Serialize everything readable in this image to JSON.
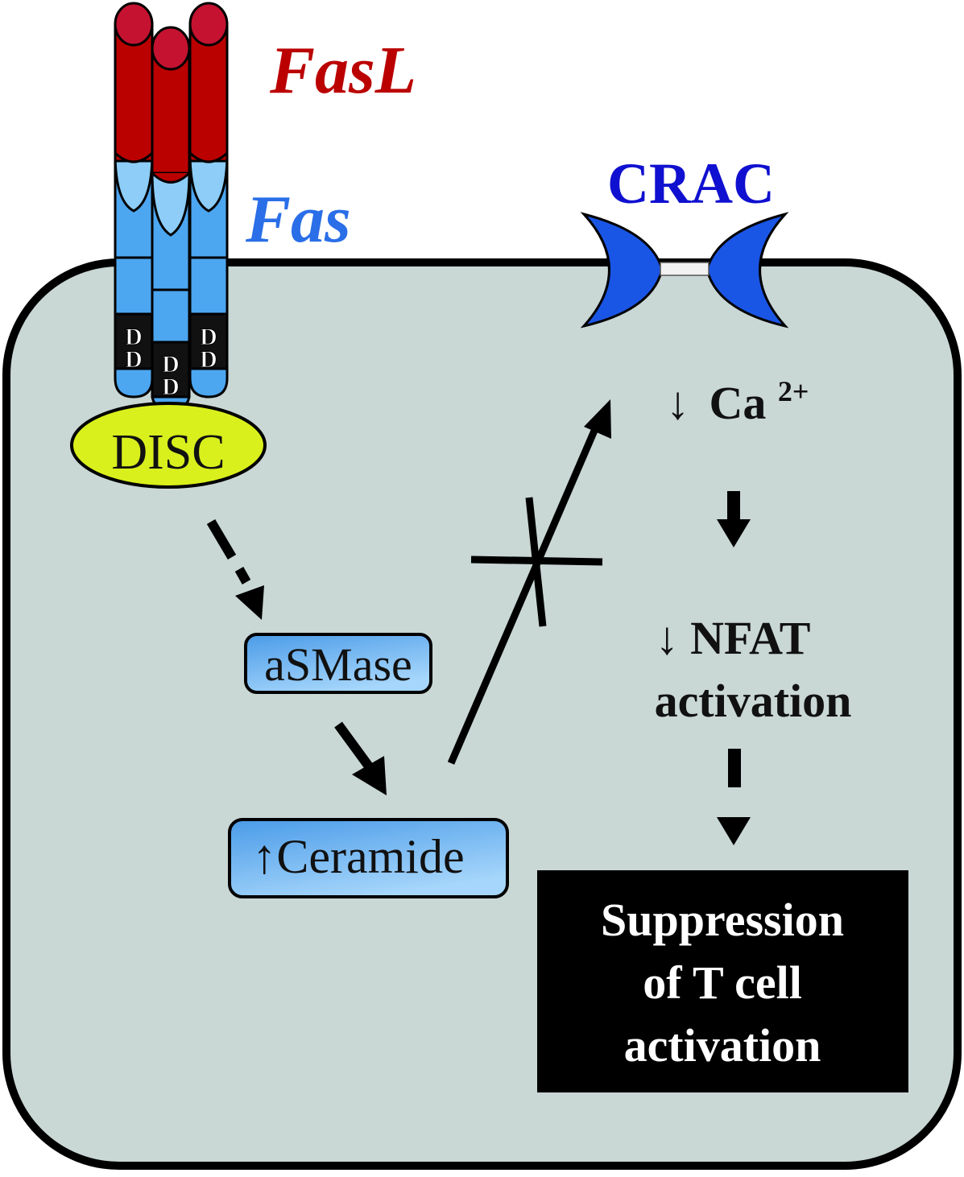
{
  "labels": {
    "fasl": "FasL",
    "fas": "Fas",
    "crac": "CRAC",
    "dd": "DD",
    "disc": "DISC",
    "asmase": "aSMase",
    "ceramide": "↑Ceramide",
    "calcium_arrow": "↓",
    "calcium_base": "Ca",
    "calcium_charge": "2+",
    "nfat_line1": "↓ NFAT",
    "nfat_line2": "activation",
    "suppression_line1": "Suppression",
    "suppression_line2": "of T cell",
    "suppression_line3": "activation"
  },
  "colors": {
    "cell_fill": "#c9d7d5",
    "fasl_red": "#bb0000",
    "fasl_cap": "#c41230",
    "fas_blue": "#4da6f0",
    "fas_light": "#8dcdf7",
    "crac_blue": "#1a56e6",
    "crac_label": "#1010d0",
    "fas_label": "#2a6ee8",
    "disc_fill": "#d9f01c",
    "box_fill_top": "#4a9be8",
    "box_fill_bottom": "#a6d6fb",
    "suppression_bg": "#000000"
  }
}
